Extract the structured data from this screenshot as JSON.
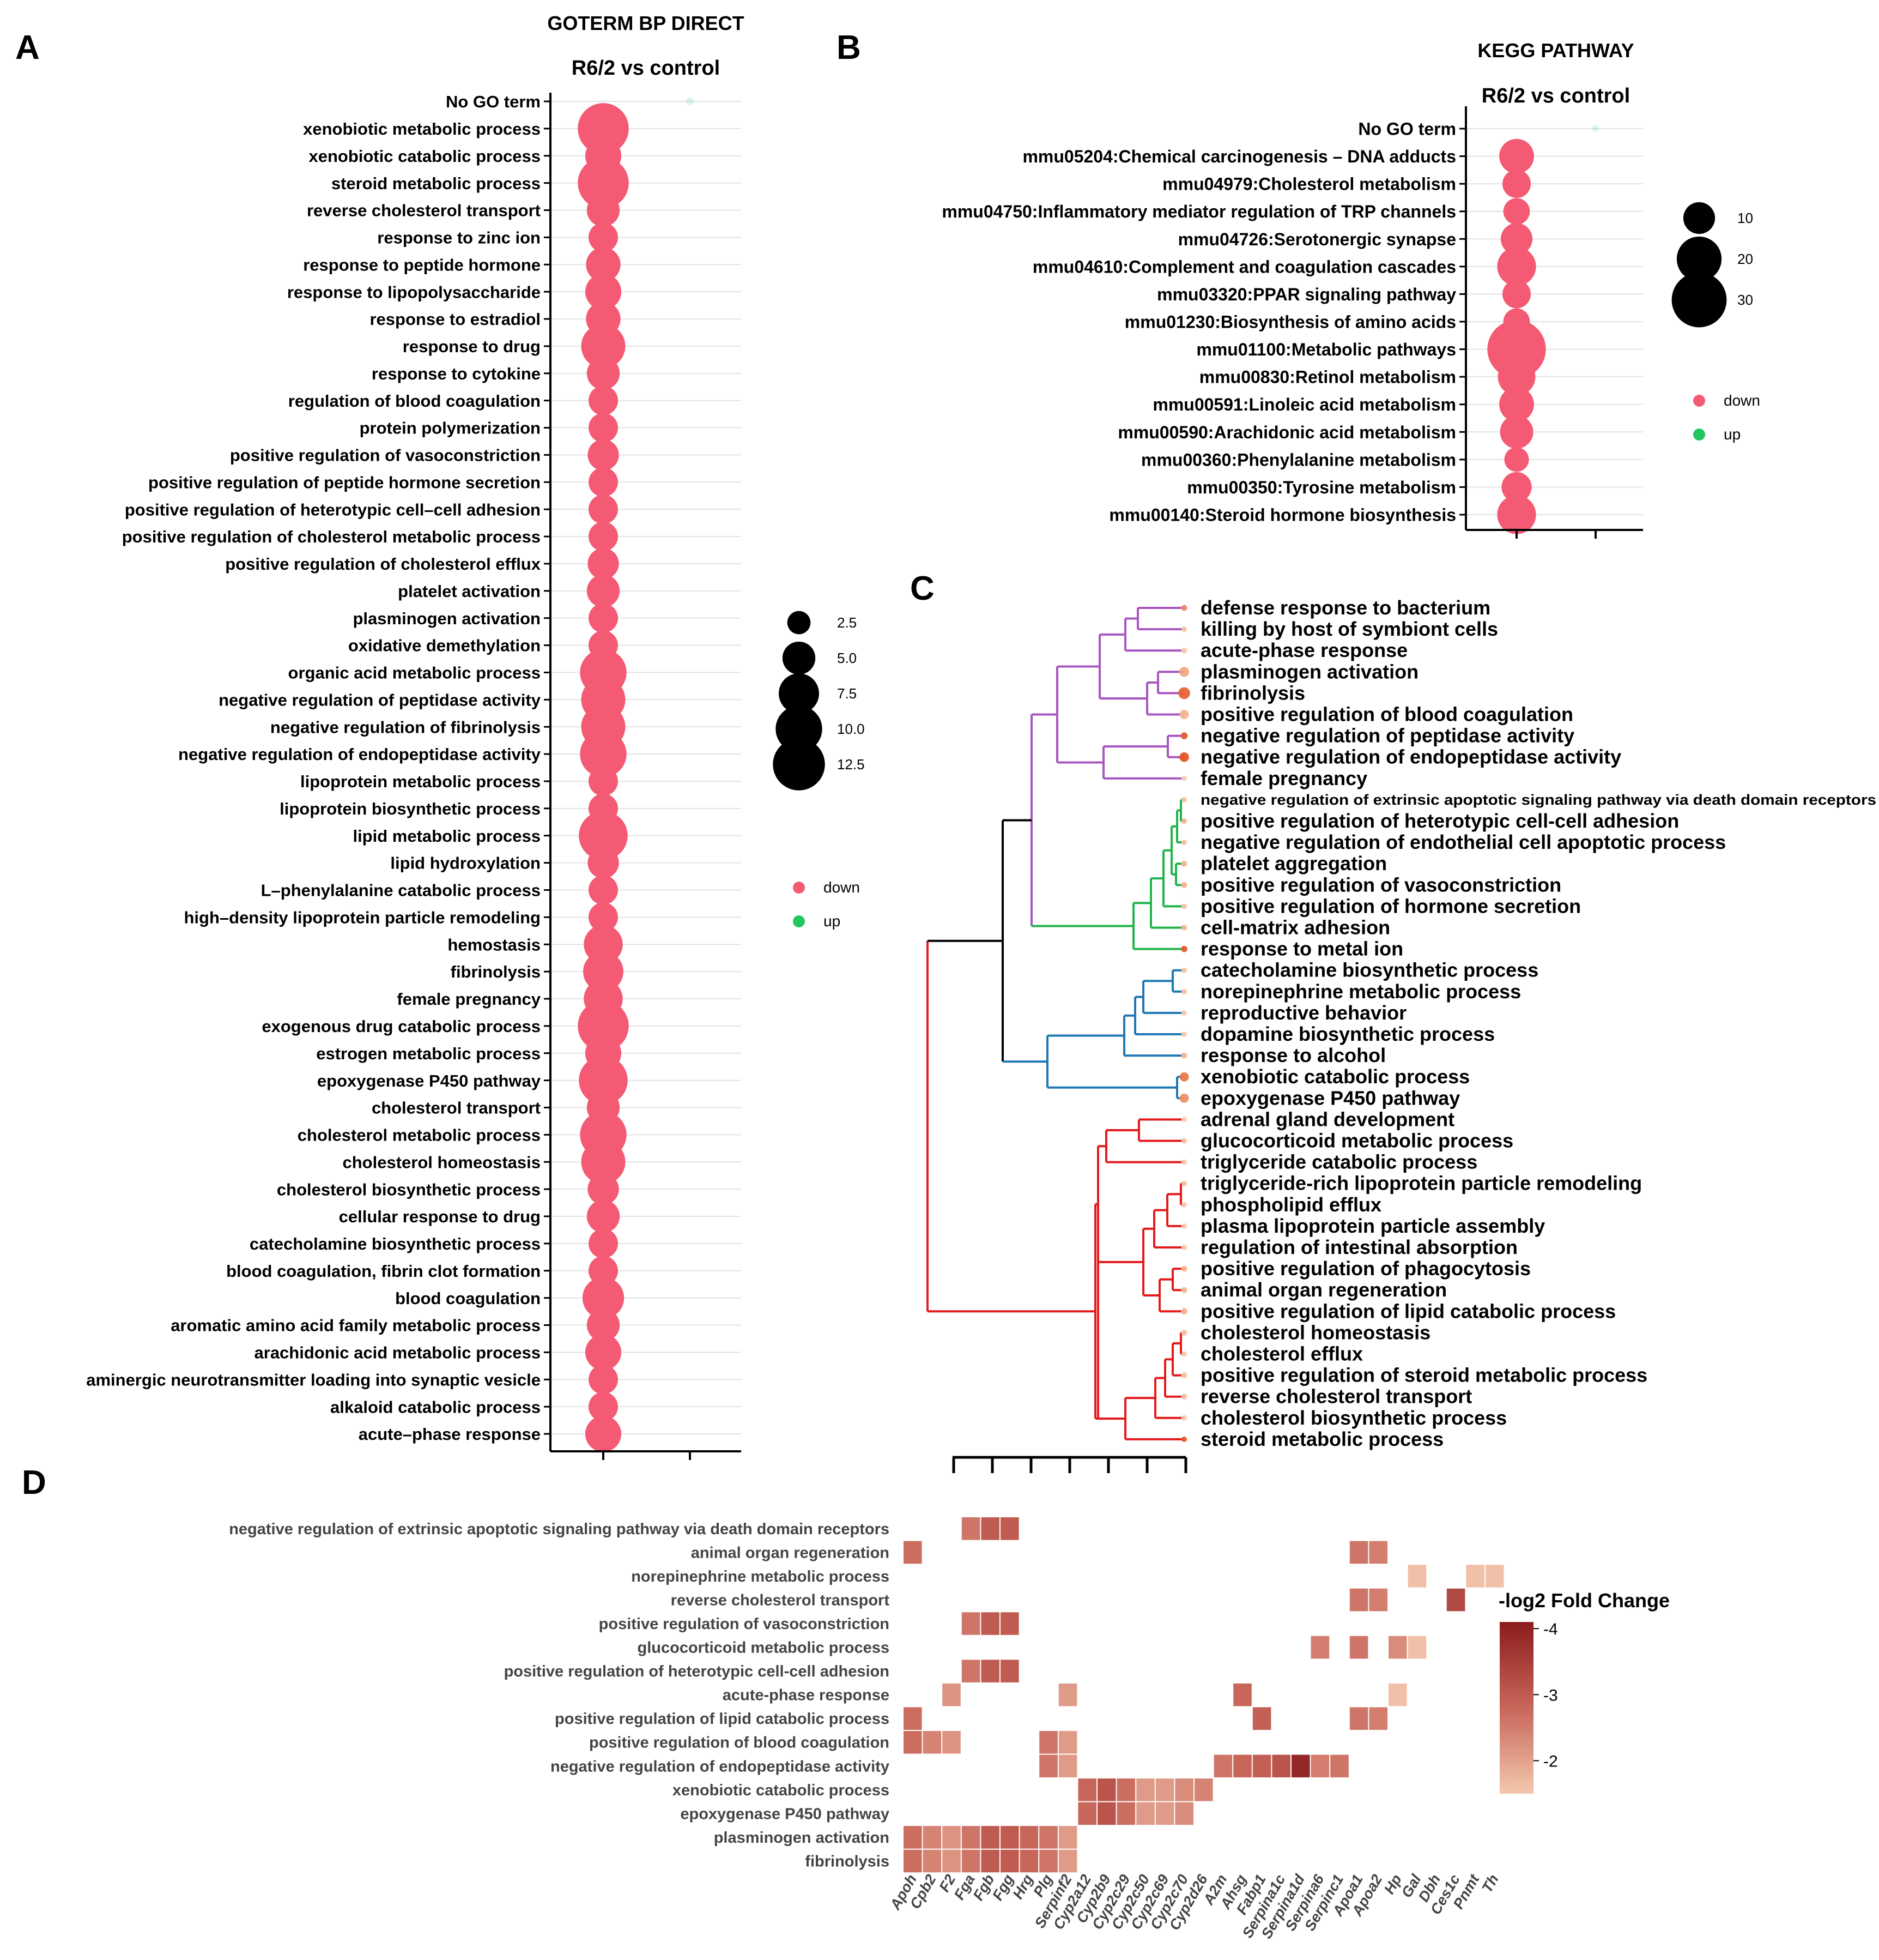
{
  "panels": {
    "A": "A",
    "B": "B",
    "C": "C",
    "D": "D"
  },
  "chart_data": [
    {
      "panel": "A",
      "type": "scatter",
      "title": "GOTERM BP DIRECT",
      "subtitle": "R6/2 vs control",
      "categories": [
        "No GO term",
        "xenobiotic metabolic process",
        "xenobiotic catabolic process",
        "steroid metabolic process",
        "reverse cholesterol transport",
        "response to zinc ion",
        "response to peptide hormone",
        "response to lipopolysaccharide",
        "response to estradiol",
        "response to drug",
        "response to cytokine",
        "regulation of blood coagulation",
        "protein polymerization",
        "positive regulation of vasoconstriction",
        "positive regulation of peptide hormone secretion",
        "positive regulation of heterotypic cell–cell adhesion",
        "positive regulation of cholesterol metabolic process",
        "positive regulation of cholesterol efflux",
        "platelet activation",
        "plasminogen activation",
        "oxidative demethylation",
        "organic acid metabolic process",
        "negative regulation of peptidase activity",
        "negative regulation of fibrinolysis",
        "negative regulation of endopeptidase activity",
        "lipoprotein metabolic process",
        "lipoprotein biosynthetic process",
        "lipid metabolic process",
        "lipid hydroxylation",
        "L–phenylalanine catabolic process",
        "high–density lipoprotein particle remodeling",
        "hemostasis",
        "fibrinolysis",
        "female pregnancy",
        "exogenous drug catabolic process",
        "estrogen metabolic process",
        "epoxygenase P450 pathway",
        "cholesterol transport",
        "cholesterol metabolic process",
        "cholesterol homeostasis",
        "cholesterol biosynthetic process",
        "cellular response to drug",
        "catecholamine biosynthetic process",
        "blood coagulation, fibrin clot formation",
        "blood coagulation",
        "aromatic amino acid family metabolic process",
        "arachidonic acid metabolic process",
        "aminergic neurotransmitter loading into synaptic vesicle",
        "alkaloid catabolic process",
        "acute–phase response"
      ],
      "sizes": [
        0.3,
        12,
        6,
        12,
        5,
        4,
        5.5,
        6,
        5.5,
        9,
        5,
        4,
        4,
        4.5,
        4,
        4,
        4,
        4.5,
        5,
        4,
        4,
        10,
        9,
        9,
        10,
        4,
        4,
        11,
        4.5,
        4,
        4,
        7,
        7.5,
        7,
        12,
        6,
        11,
        5,
        10,
        9,
        4.5,
        5,
        4,
        4,
        8,
        5,
        6,
        4,
        4,
        6
      ],
      "groups": [
        "up",
        "down",
        "down",
        "down",
        "down",
        "down",
        "down",
        "down",
        "down",
        "down",
        "down",
        "down",
        "down",
        "down",
        "down",
        "down",
        "down",
        "down",
        "down",
        "down",
        "down",
        "down",
        "down",
        "down",
        "down",
        "down",
        "down",
        "down",
        "down",
        "down",
        "down",
        "down",
        "down",
        "down",
        "down",
        "down",
        "down",
        "down",
        "down",
        "down",
        "down",
        "down",
        "down",
        "down",
        "down",
        "down",
        "down",
        "down",
        "down",
        "down"
      ],
      "size_legend": [
        2.5,
        5.0,
        7.5,
        10.0,
        12.5
      ],
      "size_legend_labels": [
        "2.5",
        "5.0",
        "7.5",
        "10.0",
        "12.5"
      ],
      "color_legend": [
        {
          "name": "down",
          "color": "#f45a73"
        },
        {
          "name": "up",
          "color": "#22c55e"
        }
      ]
    },
    {
      "panel": "B",
      "type": "scatter",
      "title": "KEGG PATHWAY",
      "subtitle": "R6/2 vs control",
      "categories": [
        "No GO term",
        "mmu05204:Chemical carcinogenesis – DNA adducts",
        "mmu04979:Cholesterol metabolism",
        "mmu04750:Inflammatory mediator regulation of TRP channels",
        "mmu04726:Serotonergic synapse",
        "mmu04610:Complement and coagulation cascades",
        "mmu03320:PPAR signaling pathway",
        "mmu01230:Biosynthesis of amino acids",
        "mmu01100:Metabolic pathways",
        "mmu00830:Retinol metabolism",
        "mmu00591:Linoleic acid metabolism",
        "mmu00590:Arachidonic acid metabolism",
        "mmu00360:Phenylalanine metabolism",
        "mmu00350:Tyrosine metabolism",
        "mmu00140:Steroid hormone biosynthesis"
      ],
      "sizes": [
        0.5,
        12,
        8,
        7,
        10,
        15,
        8,
        7,
        34,
        14,
        12,
        11,
        6,
        9,
        15
      ],
      "groups": [
        "up",
        "down",
        "down",
        "down",
        "down",
        "down",
        "down",
        "down",
        "down",
        "down",
        "down",
        "down",
        "down",
        "down",
        "down"
      ],
      "size_legend": [
        10,
        20,
        30
      ],
      "size_legend_labels": [
        "10",
        "20",
        "30"
      ],
      "color_legend": [
        {
          "name": "down",
          "color": "#f45a73"
        },
        {
          "name": "up",
          "color": "#22c55e"
        }
      ]
    },
    {
      "panel": "C",
      "type": "dendrogram",
      "leaves": [
        {
          "label": "defense response to bacterium",
          "cluster": "purple",
          "size": 1.2,
          "shade": 0.6
        },
        {
          "label": "killing by host of symbiont cells",
          "cluster": "purple",
          "size": 1.0,
          "shade": 0.2
        },
        {
          "label": "acute-phase response",
          "cluster": "purple",
          "size": 1.2,
          "shade": 0.15
        },
        {
          "label": "plasminogen activation",
          "cluster": "purple",
          "size": 4.0,
          "shade": 0.4
        },
        {
          "label": "fibrinolysis",
          "cluster": "purple",
          "size": 6.0,
          "shade": 0.85
        },
        {
          "label": "positive regulation of blood coagulation",
          "cluster": "purple",
          "size": 3.5,
          "shade": 0.3
        },
        {
          "label": "negative regulation of peptidase activity",
          "cluster": "purple",
          "size": 1.8,
          "shade": 0.9
        },
        {
          "label": "negative regulation of endopeptidase activity",
          "cluster": "purple",
          "size": 3.8,
          "shade": 0.95
        },
        {
          "label": "female pregnancy",
          "cluster": "purple",
          "size": 1.0,
          "shade": 0.1
        },
        {
          "label": "negative regulation of extrinsic apoptotic signaling pathway via death domain receptors",
          "cluster": "green",
          "size": 1.0,
          "shade": 0.2
        },
        {
          "label": "positive regulation of heterotypic cell-cell adhesion",
          "cluster": "green",
          "size": 1.0,
          "shade": 0.3
        },
        {
          "label": "negative regulation of endothelial cell apoptotic process",
          "cluster": "green",
          "size": 1.0,
          "shade": 0.2
        },
        {
          "label": "platelet aggregation",
          "cluster": "green",
          "size": 1.2,
          "shade": 0.3
        },
        {
          "label": "positive regulation of vasoconstriction",
          "cluster": "green",
          "size": 1.2,
          "shade": 0.3
        },
        {
          "label": "positive regulation of hormone secretion",
          "cluster": "green",
          "size": 1.0,
          "shade": 0.2
        },
        {
          "label": "cell-matrix adhesion",
          "cluster": "green",
          "size": 1.0,
          "shade": 0.3
        },
        {
          "label": "response to metal ion",
          "cluster": "green",
          "size": 1.5,
          "shade": 0.9
        },
        {
          "label": "catecholamine biosynthetic process",
          "cluster": "blue",
          "size": 1.0,
          "shade": 0.2
        },
        {
          "label": "norepinephrine metabolic process",
          "cluster": "blue",
          "size": 1.0,
          "shade": 0.2
        },
        {
          "label": "reproductive behavior",
          "cluster": "blue",
          "size": 1.0,
          "shade": 0.15
        },
        {
          "label": "dopamine biosynthetic process",
          "cluster": "blue",
          "size": 1.0,
          "shade": 0.15
        },
        {
          "label": "response to alcohol",
          "cluster": "blue",
          "size": 1.2,
          "shade": 0.3
        },
        {
          "label": "xenobiotic catabolic process",
          "cluster": "blue",
          "size": 3.5,
          "shade": 0.7
        },
        {
          "label": "epoxygenase P450 pathway",
          "cluster": "blue",
          "size": 3.5,
          "shade": 0.55
        },
        {
          "label": "adrenal gland development",
          "cluster": "red",
          "size": 1.0,
          "shade": 0.1
        },
        {
          "label": "glucocorticoid metabolic process",
          "cluster": "red",
          "size": 1.0,
          "shade": 0.2
        },
        {
          "label": "triglyceride catabolic process",
          "cluster": "red",
          "size": 1.0,
          "shade": 0.15
        },
        {
          "label": "triglyceride-rich lipoprotein particle remodeling",
          "cluster": "red",
          "size": 1.0,
          "shade": 0.2
        },
        {
          "label": "phospholipid efflux",
          "cluster": "red",
          "size": 1.0,
          "shade": 0.15
        },
        {
          "label": "plasma lipoprotein particle assembly",
          "cluster": "red",
          "size": 1.0,
          "shade": 0.15
        },
        {
          "label": "regulation of intestinal absorption",
          "cluster": "red",
          "size": 1.0,
          "shade": 0.15
        },
        {
          "label": "positive regulation of phagocytosis",
          "cluster": "red",
          "size": 1.2,
          "shade": 0.3
        },
        {
          "label": "animal organ regeneration",
          "cluster": "red",
          "size": 1.2,
          "shade": 0.3
        },
        {
          "label": "positive regulation of lipid catabolic process",
          "cluster": "red",
          "size": 1.5,
          "shade": 0.3
        },
        {
          "label": "cholesterol homeostasis",
          "cluster": "red",
          "size": 1.2,
          "shade": 0.2
        },
        {
          "label": "cholesterol efflux",
          "cluster": "red",
          "size": 1.0,
          "shade": 0.15
        },
        {
          "label": "positive regulation of steroid metabolic process",
          "cluster": "red",
          "size": 1.2,
          "shade": 0.2
        },
        {
          "label": "reverse cholesterol transport",
          "cluster": "red",
          "size": 1.2,
          "shade": 0.2
        },
        {
          "label": "cholesterol biosynthetic process",
          "cluster": "red",
          "size": 1.0,
          "shade": 0.15
        },
        {
          "label": "steroid metabolic process",
          "cluster": "red",
          "size": 1.0,
          "shade": 0.9
        }
      ],
      "cluster_colors": {
        "purple": "#a855c0",
        "green": "#21b34a",
        "blue": "#1f78b4",
        "red": "#e41a1c",
        "root": "#000000"
      }
    },
    {
      "panel": "D",
      "type": "heatmap",
      "rows": [
        "negative regulation of extrinsic apoptotic signaling pathway via death domain receptors",
        "animal organ regeneration",
        "norepinephrine metabolic process",
        "reverse cholesterol transport",
        "positive regulation of vasoconstriction",
        "glucocorticoid metabolic process",
        "positive regulation of heterotypic cell-cell adhesion",
        "acute-phase response",
        "positive regulation of lipid catabolic process",
        "positive regulation of blood coagulation",
        "negative regulation of endopeptidase activity",
        "xenobiotic catabolic process",
        "epoxygenase P450 pathway",
        "plasminogen activation",
        "fibrinolysis"
      ],
      "columns": [
        "Apoh",
        "Cpb2",
        "F2",
        "Fga",
        "Fgb",
        "Fgg",
        "Hrg",
        "Plg",
        "Serpinf2",
        "Cyp2a12",
        "Cyp2b9",
        "Cyp2c29",
        "Cyp2c50",
        "Cyp2c69",
        "Cyp2c70",
        "Cyp2d26",
        "A2m",
        "Ahsg",
        "Fabp1",
        "Serpina1c",
        "Serpina1d",
        "Serpina6",
        "Serpinc1",
        "Apoa1",
        "Apoa2",
        "Hp",
        "Gal",
        "Dbh",
        "Ces1c",
        "Pnmt",
        "Th"
      ],
      "cells": [
        [
          0,
          3,
          -2.6
        ],
        [
          0,
          4,
          -3.0
        ],
        [
          0,
          5,
          -3.0
        ],
        [
          1,
          0,
          -2.7
        ],
        [
          1,
          23,
          -2.6
        ],
        [
          1,
          24,
          -2.5
        ],
        [
          2,
          26,
          -1.6
        ],
        [
          2,
          29,
          -1.6
        ],
        [
          2,
          30,
          -1.6
        ],
        [
          3,
          23,
          -2.6
        ],
        [
          3,
          24,
          -2.5
        ],
        [
          3,
          28,
          -3.3
        ],
        [
          4,
          3,
          -2.6
        ],
        [
          4,
          4,
          -3.0
        ],
        [
          4,
          5,
          -3.0
        ],
        [
          5,
          21,
          -2.5
        ],
        [
          5,
          23,
          -2.6
        ],
        [
          5,
          25,
          -2.3
        ],
        [
          5,
          26,
          -1.6
        ],
        [
          6,
          3,
          -2.6
        ],
        [
          6,
          4,
          -3.0
        ],
        [
          6,
          5,
          -3.0
        ],
        [
          7,
          2,
          -2.2
        ],
        [
          7,
          8,
          -2.1
        ],
        [
          7,
          17,
          -2.8
        ],
        [
          7,
          25,
          -1.6
        ],
        [
          8,
          0,
          -2.7
        ],
        [
          8,
          18,
          -2.9
        ],
        [
          8,
          23,
          -2.6
        ],
        [
          8,
          24,
          -2.5
        ],
        [
          9,
          0,
          -2.7
        ],
        [
          9,
          1,
          -2.4
        ],
        [
          9,
          2,
          -2.2
        ],
        [
          9,
          7,
          -2.6
        ],
        [
          9,
          8,
          -2.1
        ],
        [
          10,
          7,
          -2.6
        ],
        [
          10,
          8,
          -2.1
        ],
        [
          10,
          16,
          -2.6
        ],
        [
          10,
          17,
          -2.8
        ],
        [
          10,
          18,
          -2.9
        ],
        [
          10,
          19,
          -3.1
        ],
        [
          10,
          20,
          -3.9
        ],
        [
          10,
          21,
          -2.5
        ],
        [
          10,
          22,
          -2.6
        ],
        [
          11,
          9,
          -2.8
        ],
        [
          11,
          10,
          -3.1
        ],
        [
          11,
          11,
          -2.7
        ],
        [
          11,
          12,
          -2.1
        ],
        [
          11,
          13,
          -2.1
        ],
        [
          11,
          14,
          -2.3
        ],
        [
          11,
          15,
          -2.4
        ],
        [
          12,
          9,
          -2.8
        ],
        [
          12,
          10,
          -3.1
        ],
        [
          12,
          11,
          -2.7
        ],
        [
          12,
          12,
          -2.1
        ],
        [
          12,
          13,
          -2.1
        ],
        [
          12,
          14,
          -2.3
        ],
        [
          13,
          0,
          -2.7
        ],
        [
          13,
          1,
          -2.4
        ],
        [
          13,
          2,
          -2.2
        ],
        [
          13,
          3,
          -2.6
        ],
        [
          13,
          4,
          -3.0
        ],
        [
          13,
          5,
          -3.0
        ],
        [
          13,
          6,
          -2.8
        ],
        [
          13,
          7,
          -2.6
        ],
        [
          13,
          8,
          -2.1
        ],
        [
          14,
          0,
          -2.7
        ],
        [
          14,
          1,
          -2.4
        ],
        [
          14,
          2,
          -2.2
        ],
        [
          14,
          3,
          -2.6
        ],
        [
          14,
          4,
          -3.0
        ],
        [
          14,
          5,
          -3.0
        ],
        [
          14,
          6,
          -2.8
        ],
        [
          14,
          7,
          -2.6
        ],
        [
          14,
          8,
          -2.1
        ]
      ],
      "colorbar_title": "-log2 Fold Change",
      "colorbar_ticks": [
        -4,
        -3,
        -2
      ],
      "colorbar_tick_labels": [
        "-4",
        "-3",
        "-2"
      ],
      "vmin": -4.1,
      "vmax": -1.5
    }
  ]
}
